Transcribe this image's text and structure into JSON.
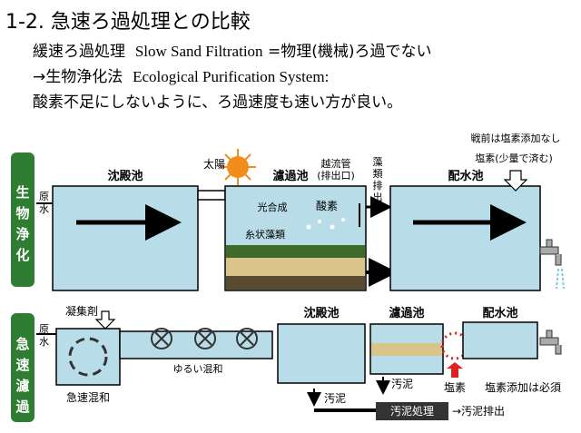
{
  "title": "1-2. 急速ろ過処理との比較",
  "line1_jp": "緩速ろ過処理",
  "line1_en": "Slow Sand Filtration",
  "line1_tail": "=物理(機械)ろ過でない",
  "line2_jp": "→生物浄化法",
  "line2_en": "Ecological Purification System:",
  "line3": "酸素不足にしないように、ろ過速度も速い方が良い。",
  "top": {
    "side": [
      "生",
      "物",
      "浄",
      "化"
    ],
    "raw_water": [
      "原",
      "水"
    ],
    "sedimentation": "沈殿池",
    "sun": "太陽",
    "filter": "濾過池",
    "photosynthesis": "光合成",
    "algae": "糸状藻類",
    "overflow": "越流管",
    "overflow_sub": "(排出口)",
    "oxygen": "酸素",
    "algae_discharge": [
      "藻",
      "類",
      "排",
      "出"
    ],
    "distribution": "配水池",
    "prewar": "戦前は塩素添加なし",
    "chlorine_small": "塩素(少量で済む)"
  },
  "bottom": {
    "side": [
      "急",
      "速",
      "濾",
      "過"
    ],
    "raw_water": [
      "原",
      "水"
    ],
    "coagulant": "凝集剤",
    "rapid_mix": "急速混和",
    "slow_mix": "ゆるい混和",
    "sedimentation": "沈殿池",
    "filter": "濾過池",
    "distribution": "配水池",
    "sludge1": "汚泥",
    "sludge2": "汚泥",
    "chlorine": "塩素",
    "chlorine_required": "塩素添加は必須",
    "sludge_treatment": "汚泥処理",
    "sludge_discharge": "→汚泥排出"
  },
  "colors": {
    "green": "#2e7d32",
    "water": "#b9dde8",
    "water_dark": "#9ccfe0",
    "red": "#e02020"
  }
}
